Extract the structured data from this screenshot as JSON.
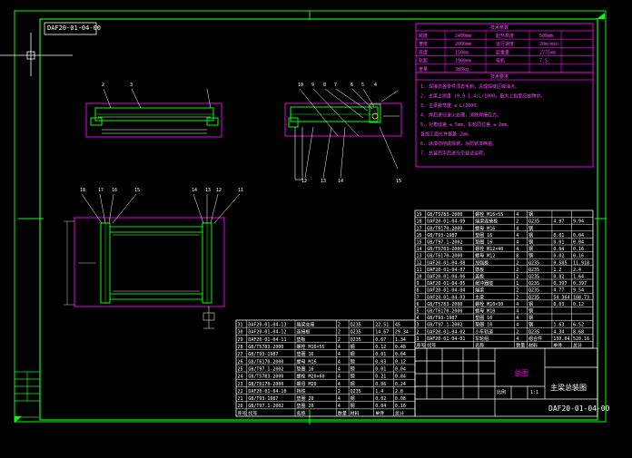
{
  "title_tag": "DAF20-01-04-00",
  "drawing_number": "DAF20-01-04-00",
  "title_block": {
    "name": "主梁总装图",
    "scale_label": "比例",
    "sheet": "1:1",
    "stamp": "总图"
  },
  "tech_params": {
    "header": "技术参数",
    "rows": [
      [
        "跨度",
        "2400mm",
        "起升高度",
        "500mm"
      ],
      [
        "宽度",
        "2000mm",
        "运行速度",
        "20m/min"
      ],
      [
        "高度",
        "150mm",
        "起重量",
        "2775mm"
      ],
      [
        "轨距",
        "1900mm",
        "电机",
        "7.5"
      ],
      [
        "重量",
        "380kg",
        "",
        ""
      ]
    ]
  },
  "notes": {
    "header": "技术要求",
    "items": [
      "1. 焊接前各零件须去毛刺，清理焊缝区域油污。",
      "2. 主梁上拱度 (0.9-1.4)L/1000，最大上拱度应在跨中。",
      "3. 主梁旁弯度 ≤ L/2000。",
      "4. 焊后进行退火处理，消除焊接应力。",
      "5. 对角线差 ≤ 5mm，车轮同位差 ≤ 2mm。",
      "   各加工面允许偏差 2mm。",
      "6. 涂漆前彻底除锈，涂防锈漆两遍。",
      "7. 总装完毕后进行空载试运转。"
    ]
  },
  "bom_right": [
    [
      "19",
      "GB/T5783-2000",
      "螺栓 M16×55",
      "4",
      "钢",
      "",
      ""
    ],
    [
      "18",
      "DAF20-01-04-09",
      "端梁连接板",
      "2",
      "Q235",
      "4.97",
      "9.94"
    ],
    [
      "17",
      "GB/T6170-2000",
      "螺母 M16",
      "4",
      "钢",
      "",
      ""
    ],
    [
      "16",
      "GB/T93-1987",
      "垫圈 16",
      "4",
      "钢",
      "0.01",
      "0.04"
    ],
    [
      "15",
      "GB/T97.1-2002",
      "垫圈 16",
      "4",
      "钢",
      "0.01",
      "0.04"
    ],
    [
      "14",
      "GB/T5783-2000",
      "螺栓 M12×40",
      "4",
      "钢",
      "0.04",
      "0.16"
    ],
    [
      "13",
      "GB/T6170-2000",
      "螺母 M12",
      "8",
      "钢",
      "0.02",
      "0.16"
    ],
    [
      "12",
      "DAF20-01-04-08",
      "加强板",
      "2",
      "Q235",
      "0.585",
      "11.918"
    ],
    [
      "11",
      "DAF20-01-04-07",
      "筋板",
      "2",
      "Q235",
      "1.2",
      "2.4"
    ],
    [
      "10",
      "DAF20-01-04-06",
      "盖板",
      "2",
      "Q235",
      "0.82",
      "1.64"
    ],
    [
      "9",
      "DAF20-01-04-05",
      "缓冲器座",
      "1",
      "Q235",
      "0.397",
      "0.397"
    ],
    [
      "8",
      "DAF20-01-04-04",
      "端梁",
      "2",
      "Q235",
      "4.77",
      "9.54"
    ],
    [
      "7",
      "DAF20-01-04-03",
      "主梁",
      "2",
      "Q235",
      "54.364",
      "108.73"
    ],
    [
      "6",
      "GB/T5783-2000",
      "螺栓 M10×30",
      "4",
      "钢",
      "0.03",
      "0.12"
    ],
    [
      "5",
      "GB/T6170-2000",
      "螺母 M10",
      "4",
      "钢",
      "",
      ""
    ],
    [
      "4",
      "GB/T93-1987",
      "垫圈 10",
      "4",
      "钢",
      "",
      ""
    ],
    [
      "3",
      "GB/T97.1-2002",
      "垫圈 10",
      "4",
      "钢",
      "1.63",
      "6.52"
    ],
    [
      "2",
      "DAF20-01-04-02",
      "小车轨道",
      "2",
      "Q235",
      "4.34",
      "8.68"
    ],
    [
      "1",
      "DAF20-01-04-01",
      "车轮组",
      "4",
      "组合件",
      "130.04",
      "520.16"
    ]
  ],
  "bom_right_header": [
    "序号",
    "代号",
    "名称",
    "数量",
    "材料",
    "单件",
    "总计"
  ],
  "bom_mid": [
    [
      "31",
      "DAF20-01-04-13",
      "端梁支座",
      "2",
      "Q235",
      "22.51",
      "45"
    ],
    [
      "30",
      "DAF20-01-04-12",
      "连接板",
      "2",
      "Q235",
      "14.67",
      "29.34"
    ],
    [
      "29",
      "DAF20-01-04-11",
      "垫板",
      "2",
      "Q235",
      "0.67",
      "1.34"
    ],
    [
      "28",
      "GB/T5783-2000",
      "螺栓 M16×55",
      "4",
      "钢",
      "0.12",
      "0.48"
    ],
    [
      "27",
      "GB/T93-1987",
      "垫圈 16",
      "4",
      "钢",
      "0.01",
      "0.04"
    ],
    [
      "26",
      "GB/T6170-2000",
      "螺母 M16",
      "4",
      "钢",
      "0.03",
      "0.12"
    ],
    [
      "25",
      "GB/T97.1-2002",
      "垫圈 16",
      "4",
      "钢",
      "0.01",
      "0.04"
    ],
    [
      "24",
      "GB/T5783-2000",
      "螺栓 M20×60",
      "4",
      "钢",
      "0.21",
      "0.84"
    ],
    [
      "23",
      "GB/T6170-2000",
      "螺母 M20",
      "4",
      "钢",
      "0.06",
      "0.24"
    ],
    [
      "22",
      "DAF20-01-04-10",
      "挡铁",
      "2",
      "Q235",
      "1.4",
      "2.8"
    ],
    [
      "21",
      "GB/T93-1987",
      "垫圈 20",
      "4",
      "钢",
      "0.02",
      "0.08"
    ],
    [
      "20",
      "GB/T97.1-2002",
      "垫圈 20",
      "4",
      "钢",
      "0.04",
      "0.16"
    ]
  ],
  "bom_mid_header": [
    "序号",
    "代号",
    "名称",
    "数量",
    "材料",
    "单件",
    "总计"
  ],
  "balloons_top_left": [
    "2",
    "3"
  ],
  "balloons_top_right": [
    "10",
    "9",
    "8",
    "7",
    "6",
    "5",
    "4"
  ],
  "balloons_plan_left": [
    "18",
    "17",
    "16",
    "15"
  ],
  "balloons_plan_right": [
    "14",
    "13",
    "12",
    "11"
  ],
  "balloons_side_bottom": [
    "12",
    "13",
    "14",
    "15"
  ],
  "colors": {
    "frame": "#00ff00",
    "table_line": "#ff00ff",
    "text": "#ffffff",
    "section": "#00ffff"
  }
}
